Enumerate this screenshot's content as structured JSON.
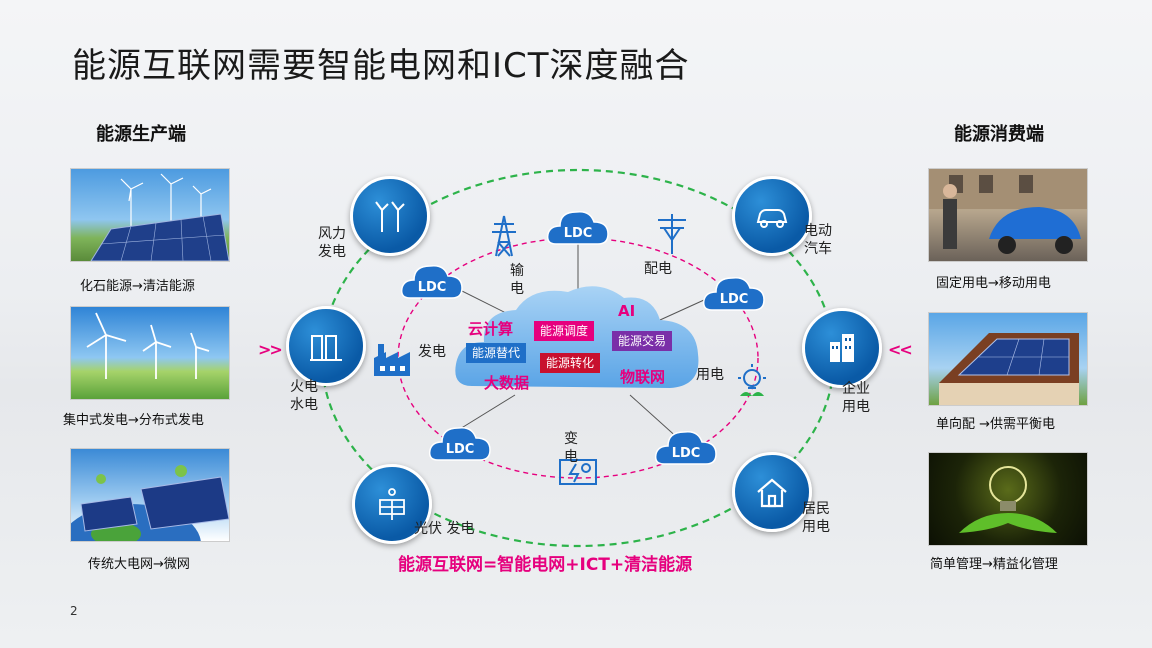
{
  "title": "能源互联网需要智能电网和ICT深度融合",
  "left": {
    "heading": "能源生产端",
    "captions": [
      "化石能源→清洁能源",
      "集中式发电→分布式发电",
      "传统大电网→微网"
    ]
  },
  "right": {
    "heading": "能源消费端",
    "captions": [
      "固定用电→移动用电",
      "单向配 →供需平衡电",
      "简单管理→精益化管理"
    ]
  },
  "nodes": {
    "wind": "风力发电",
    "fire_water": "火电水电",
    "solar": "光伏 发电",
    "ev": "电动汽车",
    "enterprise": "企业用电",
    "resident": "居民用电",
    "transmission": "输电",
    "distribution": "配电",
    "generation": "发电",
    "consumption": "用电",
    "substation": "变电"
  },
  "ldc": "LDC",
  "cloud": {
    "cloud_compute": "云计算",
    "ai": "AI",
    "dispatch": "能源调度",
    "substitute": "能源替代",
    "trade": "能源交易",
    "convert": "能源转化",
    "bigdata": "大数据",
    "iot": "物联网"
  },
  "arrows": {
    "left": ">>",
    "right": "<<"
  },
  "formula": "能源互联网=智能电网+ICT+清洁能源",
  "page_number": "2",
  "colors": {
    "accent": "#e6007e",
    "node_blue": "#0a5aa6",
    "green_dash": "#2db34a",
    "red_dash": "#e6007e"
  }
}
